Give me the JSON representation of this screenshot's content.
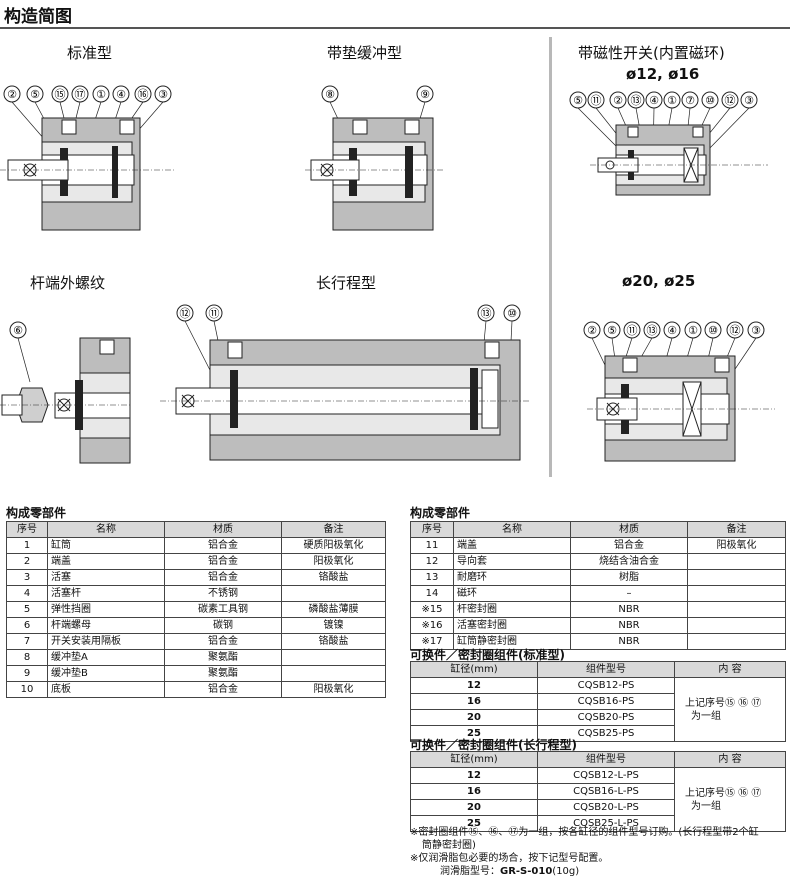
{
  "page": {
    "section_title": "构造简图",
    "captions": {
      "standard": "标准型",
      "cushion": "带垫缓冲型",
      "magnetic": "带磁性开关(内置磁环)",
      "magnetic_sizes": "ø12, ø16",
      "male_thread": "杆端外螺纹",
      "long_stroke": "长行程型",
      "large_sizes": "ø20, ø25"
    }
  },
  "callouts": {
    "standard": [
      "②",
      "⑤",
      "⑮",
      "⑰",
      "①",
      "④",
      "⑯",
      "③"
    ],
    "cushion": [
      "⑧",
      "⑨"
    ],
    "magnetic": [
      "⑤",
      "⑪",
      "②",
      "⑬",
      "④",
      "①",
      "⑦",
      "⑩",
      "⑫",
      "③"
    ],
    "male_thread": [
      "⑥"
    ],
    "long_stroke": [
      "⑫",
      "⑪",
      "⑬",
      "⑩"
    ],
    "large": [
      "②",
      "⑤",
      "⑪",
      "⑬",
      "④",
      "①",
      "⑩",
      "⑫",
      "③"
    ]
  },
  "parts_left": {
    "title": "构成零部件",
    "headers": [
      "序号",
      "名称",
      "材质",
      "备注"
    ],
    "rows": [
      [
        "1",
        "缸筒",
        "铝合金",
        "硬质阳极氧化"
      ],
      [
        "2",
        "端盖",
        "铝合金",
        "阳极氧化"
      ],
      [
        "3",
        "活塞",
        "铝合金",
        "铬酸盐"
      ],
      [
        "4",
        "活塞杆",
        "不锈钢",
        ""
      ],
      [
        "5",
        "弹性挡圈",
        "碳素工具钢",
        "磷酸盐薄膜"
      ],
      [
        "6",
        "杆端螺母",
        "碳钢",
        "镀镍"
      ],
      [
        "7",
        "开关安装用隔板",
        "铝合金",
        "铬酸盐"
      ],
      [
        "8",
        "缓冲垫A",
        "聚氨酯",
        ""
      ],
      [
        "9",
        "缓冲垫B",
        "聚氨酯",
        ""
      ],
      [
        "10",
        "底板",
        "铝合金",
        "阳极氧化"
      ]
    ]
  },
  "parts_right": {
    "title": "构成零部件",
    "headers": [
      "序号",
      "名称",
      "材质",
      "备注"
    ],
    "rows": [
      [
        "11",
        "端盖",
        "铝合金",
        "阳极氧化"
      ],
      [
        "12",
        "导向套",
        "烧结含油合金",
        ""
      ],
      [
        "13",
        "耐磨环",
        "树脂",
        ""
      ],
      [
        "14",
        "磁环",
        "–",
        ""
      ],
      [
        "※15",
        "杆密封圈",
        "NBR",
        ""
      ],
      [
        "※16",
        "活塞密封圈",
        "NBR",
        ""
      ],
      [
        "※17",
        "缸筒静密封圈",
        "NBR",
        ""
      ]
    ]
  },
  "seal_standard": {
    "title": "可换件／密封圈组件(标准型)",
    "headers": [
      "缸径(mm)",
      "组件型号",
      "内 容"
    ],
    "rows": [
      [
        "12",
        "CQSB12-PS"
      ],
      [
        "16",
        "CQSB16-PS"
      ],
      [
        "20",
        "CQSB20-PS"
      ],
      [
        "25",
        "CQSB25-PS"
      ]
    ],
    "content_line1": "上记序号⑮ ⑯ ⑰",
    "content_line2": "为一组"
  },
  "seal_long": {
    "title": "可换件／密封圈组件(长行程型)",
    "headers": [
      "缸径(mm)",
      "组件型号",
      "内 容"
    ],
    "rows": [
      [
        "12",
        "CQSB12-L-PS"
      ],
      [
        "16",
        "CQSB16-L-PS"
      ],
      [
        "20",
        "CQSB20-L-PS"
      ],
      [
        "25",
        "CQSB25-L-PS"
      ]
    ],
    "content_line1": "上记序号⑮ ⑯ ⑰",
    "content_line2": "为一组"
  },
  "notes": {
    "n1a": "※密封圈组件⑮、⑯、⑰为一组，按各缸径的组件型号订购。(长行程型带2个缸",
    "n1b": "筒静密封圈)",
    "n2": "※仅润滑脂包必要的场合，按下记型号配置。",
    "n3_label": "润滑脂型号：",
    "n3_value": "GR-S-010",
    "n3_suffix": "(10g)"
  }
}
